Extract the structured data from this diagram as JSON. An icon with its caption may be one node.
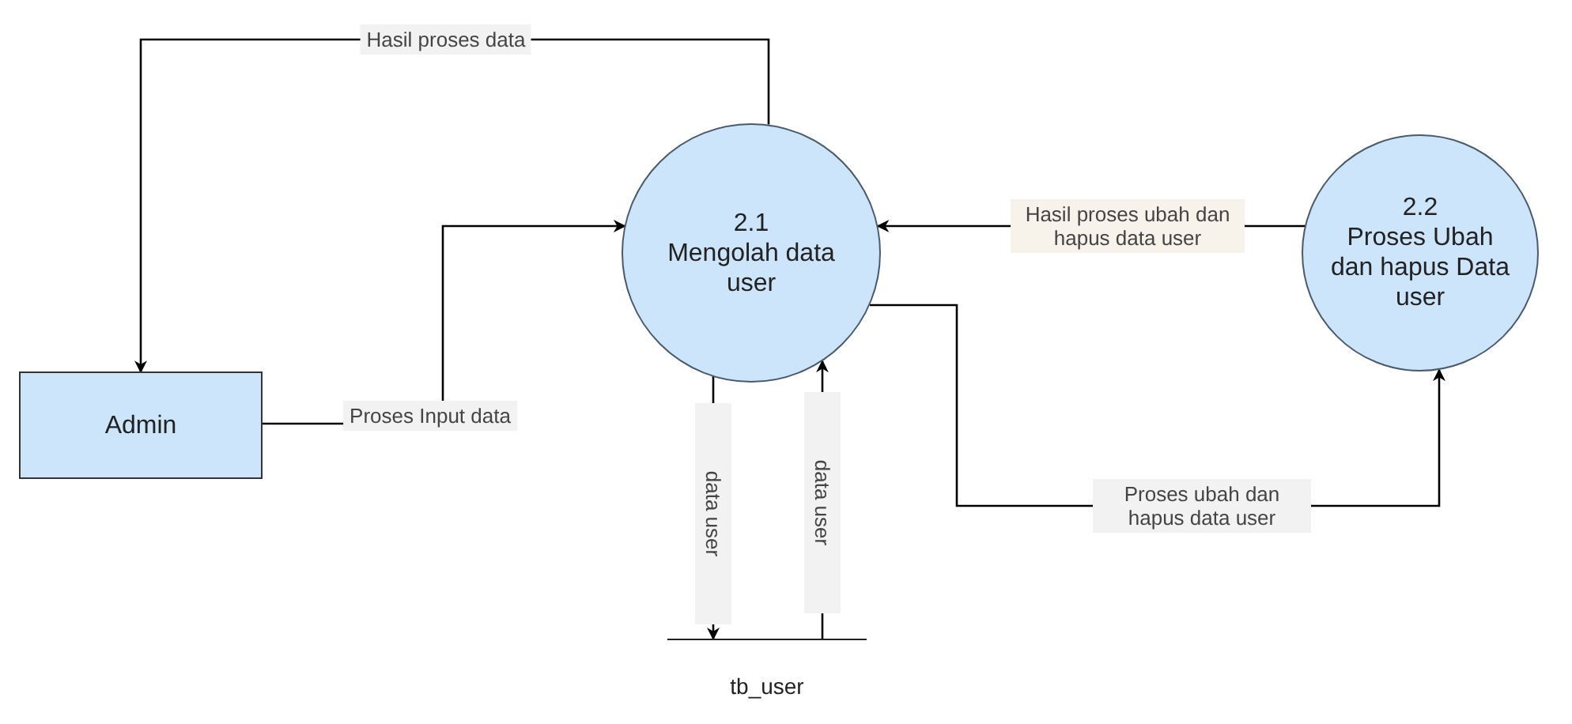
{
  "diagram": {
    "nodes": [
      {
        "text": [
          "Admin"
        ]
      },
      {
        "text": [
          "2.1",
          "Mengolah data user"
        ]
      },
      {
        "text": [
          "2.2",
          "Proses Ubah dan hapus Data user"
        ]
      },
      {
        "text": [
          "tb_user"
        ]
      }
    ],
    "edges": [
      {
        "from": 1,
        "to": 0,
        "arrow": "to",
        "label": "Hasil proses data"
      },
      {
        "from": 0,
        "to": 1,
        "arrow": "to",
        "label": "Proses Input data"
      },
      {
        "from": 2,
        "to": 1,
        "arrow": "to",
        "label": "Hasil proses ubah dan hapus data user"
      },
      {
        "from": 1,
        "to": 2,
        "arrow": "to",
        "label": "Proses ubah dan hapus data user"
      },
      {
        "from": 1,
        "to": 3,
        "arrow": "to",
        "label": "data user"
      },
      {
        "from": 3,
        "to": 1,
        "arrow": "to",
        "label": "data user"
      }
    ]
  }
}
